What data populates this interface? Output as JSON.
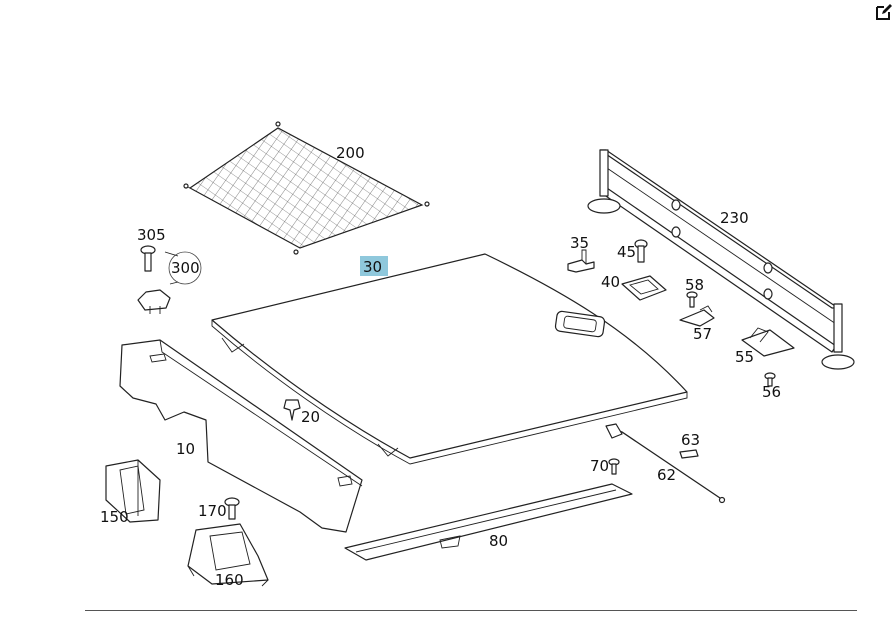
{
  "toolbar": {
    "edit_icon": "edit-icon"
  },
  "highlight_color": "#8fc8dc",
  "parts": {
    "p10": "10",
    "p20": "20",
    "p30": "30",
    "p35": "35",
    "p40": "40",
    "p45": "45",
    "p55": "55",
    "p56": "56",
    "p57": "57",
    "p58": "58",
    "p62": "62",
    "p63": "63",
    "p70": "70",
    "p80": "80",
    "p150": "150",
    "p160": "160",
    "p170": "170",
    "p200": "200",
    "p230": "230",
    "p300": "300",
    "p305": "305"
  }
}
